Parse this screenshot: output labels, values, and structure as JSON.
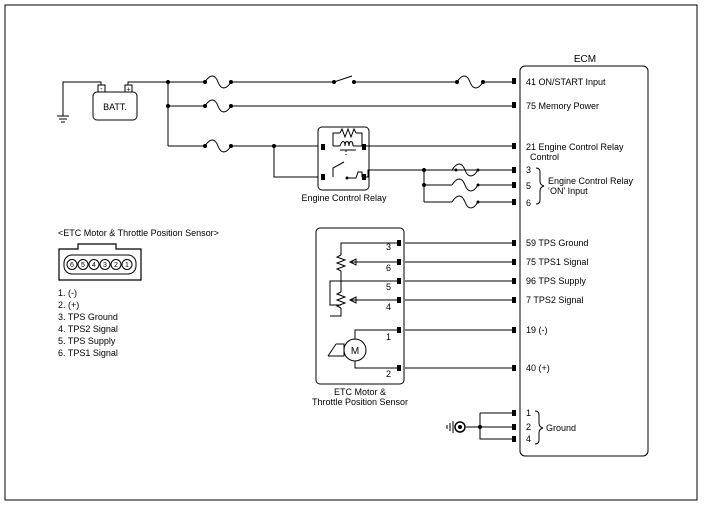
{
  "ecm": {
    "title": "ECM",
    "pins": {
      "on_start": "41 ON/START Input",
      "memory_power": "75 Memory Power",
      "ecr_line1": "21 Engine Control Relay",
      "ecr_line2": "Control",
      "p3": "3",
      "p5": "5",
      "p6": "6",
      "ecr_on_line1": "Engine Control Relay",
      "ecr_on_line2": "‘ON’ Input",
      "tps_ground": "59 TPS Ground",
      "tps1_signal": "75 TPS1 Signal",
      "tps_supply": "96 TPS Supply",
      "tps2_signal": "7 TPS2 Signal",
      "minus": "19 (-)",
      "plus": "40 (+)",
      "g1": "1",
      "g2": "2",
      "g4": "4",
      "ground": "Ground"
    }
  },
  "battery": {
    "label": "BATT."
  },
  "relay": {
    "label": "Engine Control Relay"
  },
  "etc": {
    "label_line1": "ETC Motor &",
    "label_line2": "Throttle Position Sensor",
    "motor": "M",
    "pins": [
      "3",
      "6",
      "5",
      "4",
      "1",
      "2"
    ]
  },
  "connector": {
    "title": "<ETC Motor & Throttle Position Sensor>",
    "pins": [
      "6",
      "5",
      "4",
      "3",
      "2",
      "1"
    ],
    "legend": [
      "1. (-)",
      "2. (+)",
      "3. TPS Ground",
      "4. TPS2 Signal",
      "5. TPS Supply",
      "6. TPS1 Signal"
    ]
  }
}
